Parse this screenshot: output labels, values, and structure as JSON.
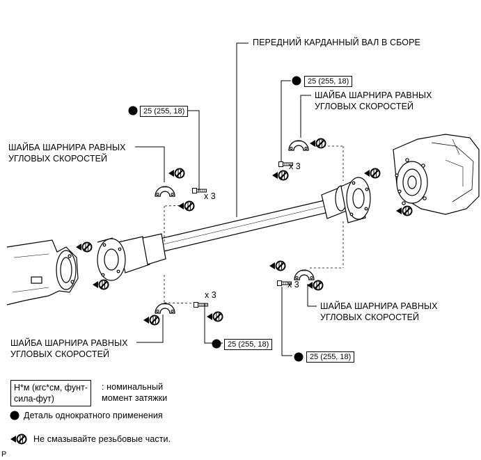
{
  "labels": {
    "front_shaft": "ПЕРЕДНИЙ КАРДАННЫЙ ВАЛ В СБОРЕ",
    "cv_washer": "ШАЙБА ШАРНИРА РАВНЫХ УГЛОВЫХ СКОРОСТЕЙ",
    "cv_washer_line1": "ШАЙБА ШАРНИРА РАВНЫХ",
    "cv_washer_line2": "УГЛОВЫХ СКОРОСТЕЙ"
  },
  "torque_spec": "25 (255, 18)",
  "quantity": "x 3",
  "legend": {
    "unit_line1": "Н*м (кгс*см, фунт-",
    "unit_line2": "сила-фут)",
    "unit_desc_line1": ": номинальный",
    "unit_desc_line2": "момент затяжки",
    "non_reusable": "Деталь однократного применения",
    "no_lube": "Не смазывайте резьбовые части."
  },
  "corner_letter": "P",
  "icons": [
    "non-reusable-part-icon",
    "do-not-lubricate-icon"
  ],
  "colors": {
    "ink": "#000000",
    "background": "#ffffff"
  }
}
